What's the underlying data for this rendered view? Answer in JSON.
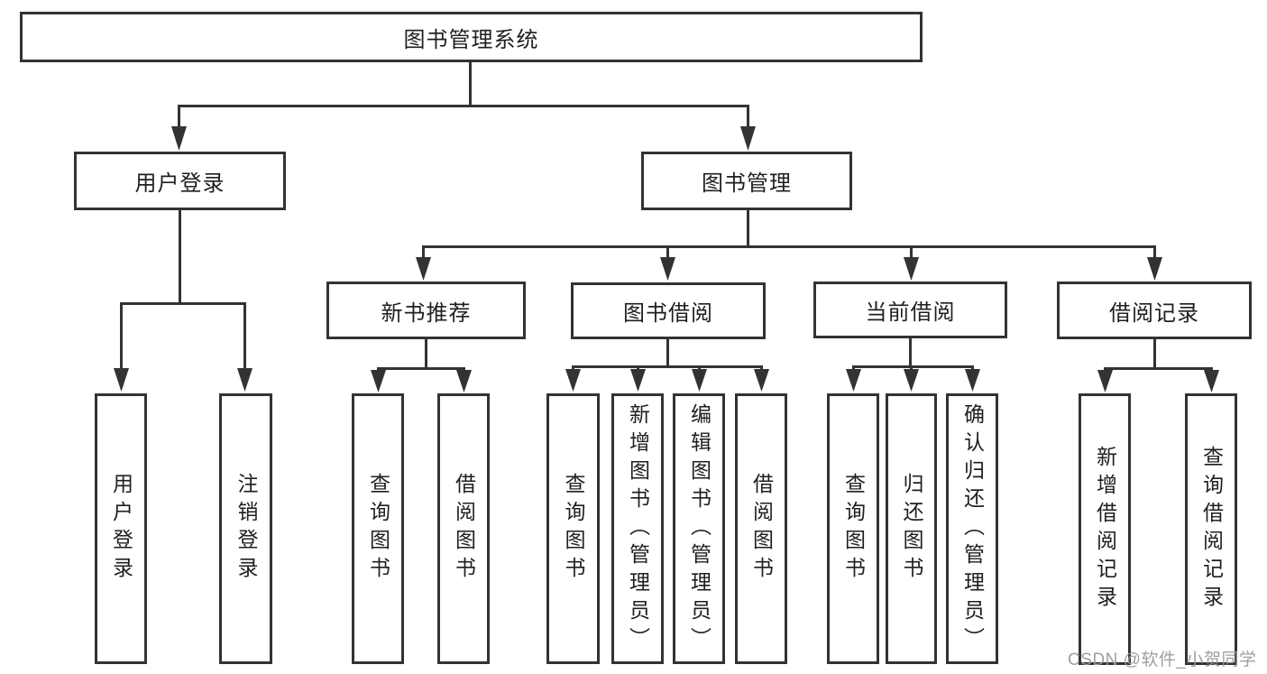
{
  "diagram": {
    "title": "图书管理系统",
    "root": {
      "label": "图书管理系统"
    },
    "level2": [
      {
        "label": "用户登录"
      },
      {
        "label": "图书管理"
      }
    ],
    "level3": [
      {
        "label": "新书推荐",
        "parent": "图书管理"
      },
      {
        "label": "图书借阅",
        "parent": "图书管理"
      },
      {
        "label": "当前借阅",
        "parent": "图书管理"
      },
      {
        "label": "借阅记录",
        "parent": "图书管理"
      }
    ],
    "level4": [
      {
        "label": "用户登录",
        "parent": "用户登录"
      },
      {
        "label": "注销登录",
        "parent": "用户登录"
      },
      {
        "label": "查询图书",
        "parent": "新书推荐"
      },
      {
        "label": "借阅图书",
        "parent": "新书推荐"
      },
      {
        "label": "查询图书",
        "parent": "图书借阅"
      },
      {
        "label": "新增图书（管理员）",
        "parent": "图书借阅"
      },
      {
        "label": "编辑图书（管理员）",
        "parent": "图书借阅"
      },
      {
        "label": "借阅图书",
        "parent": "图书借阅"
      },
      {
        "label": "查询图书",
        "parent": "当前借阅"
      },
      {
        "label": "归还图书",
        "parent": "当前借阅"
      },
      {
        "label": "确认归还（管理员）",
        "parent": "当前借阅"
      },
      {
        "label": "新增借阅记录",
        "parent": "借阅记录"
      },
      {
        "label": "查询借阅记录",
        "parent": "借阅记录"
      }
    ]
  },
  "watermark": {
    "text": "CSDN @软件_小贺同学"
  },
  "colors": {
    "line": "#333333",
    "border": "#333333",
    "text": "#1f1f1f",
    "watermark": "#9a9a9e",
    "background": "#ffffff"
  }
}
